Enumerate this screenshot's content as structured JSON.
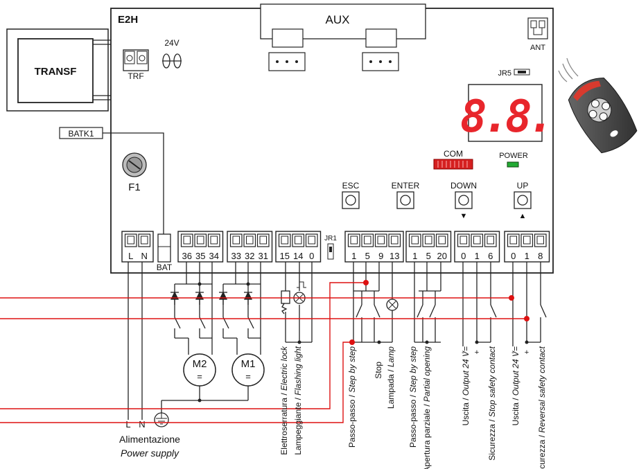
{
  "board": {
    "title": "E2H",
    "aux_label": "AUX",
    "ant_label": "ANT",
    "jr5_label": "JR5",
    "com_label": "COM",
    "power_label": "POWER",
    "jr1_label": "JR1",
    "trf_label": "TRF",
    "v24_label": "24V",
    "f1_label": "F1",
    "bat_label": "BAT"
  },
  "external": {
    "transformer_label": "TRANSF",
    "batk1_label": "BATK1",
    "supply_label_it": "Alimentazione",
    "supply_label_en": "Power supply"
  },
  "display": {
    "digits": "8.8."
  },
  "buttons": {
    "esc": "ESC",
    "enter": "ENTER",
    "down": "DOWN",
    "up": "UP",
    "down_arrow": "▼",
    "up_arrow": "▲"
  },
  "terminals": {
    "t_ln": [
      "L",
      "N"
    ],
    "t_m2": [
      "36",
      "35",
      "34"
    ],
    "t_m1": [
      "33",
      "32",
      "31"
    ],
    "t_light": [
      "15",
      "14",
      "0"
    ],
    "t_step": [
      "1",
      "5",
      "9",
      "13"
    ],
    "t_partial": [
      "1",
      "5",
      "20"
    ],
    "t_stopsafety": [
      "0",
      "1",
      "6"
    ],
    "t_revsafety": [
      "0",
      "1",
      "8"
    ]
  },
  "motors": {
    "m2": "M2",
    "m1": "M1",
    "dc_symbol": "="
  },
  "wiring": {
    "gnd_l": "L",
    "gnd_n": "N",
    "minus": "-",
    "plus": "+"
  },
  "labels": {
    "lock": [
      "Elettroserratura / ",
      "Electric lock"
    ],
    "flash": [
      "Lampeggiante / ",
      "Flashing light"
    ],
    "step": [
      "Passo-passo / ",
      "Step by step"
    ],
    "stop": "Stop",
    "lamp": [
      "Lampada / ",
      "Lamp"
    ],
    "step2": [
      "Passo-passo / ",
      "Step by step"
    ],
    "partial": [
      "Apertura parziale / ",
      "Partial opening"
    ],
    "out1": [
      "Uscita / ",
      "Output 24 V="
    ],
    "stopsafe": [
      "Sicurezza / ",
      "Stop safety contact"
    ],
    "out2": [
      "Uscita / ",
      "Output 24 V="
    ],
    "revsafe": [
      "Sicurezza / ",
      "Reversal safety contact"
    ]
  },
  "colors": {
    "wire_red": "#dd1111",
    "display_red": "#e8262c",
    "com_red": "#d52020",
    "power_led": "#22aa33",
    "remote_body": "#454545",
    "remote_red": "#d83a2e"
  }
}
